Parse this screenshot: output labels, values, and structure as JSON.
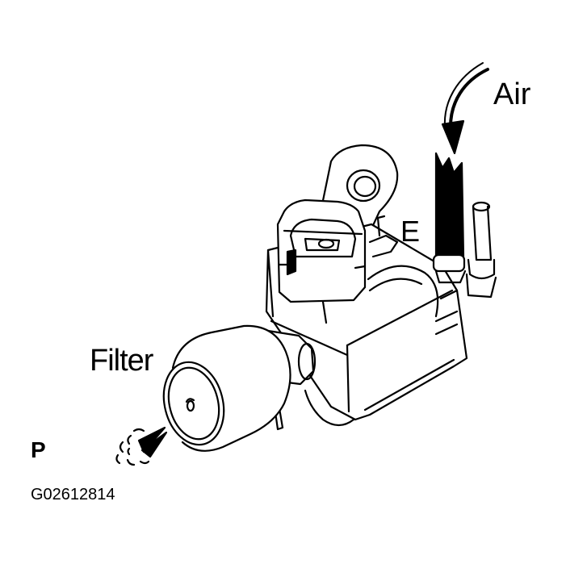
{
  "labels": {
    "air": "Air",
    "port_e": "E",
    "filter": "Filter",
    "port_p": "P",
    "figure_code": "G02612814"
  },
  "colors": {
    "ink": "#000000",
    "paper": "#ffffff"
  }
}
